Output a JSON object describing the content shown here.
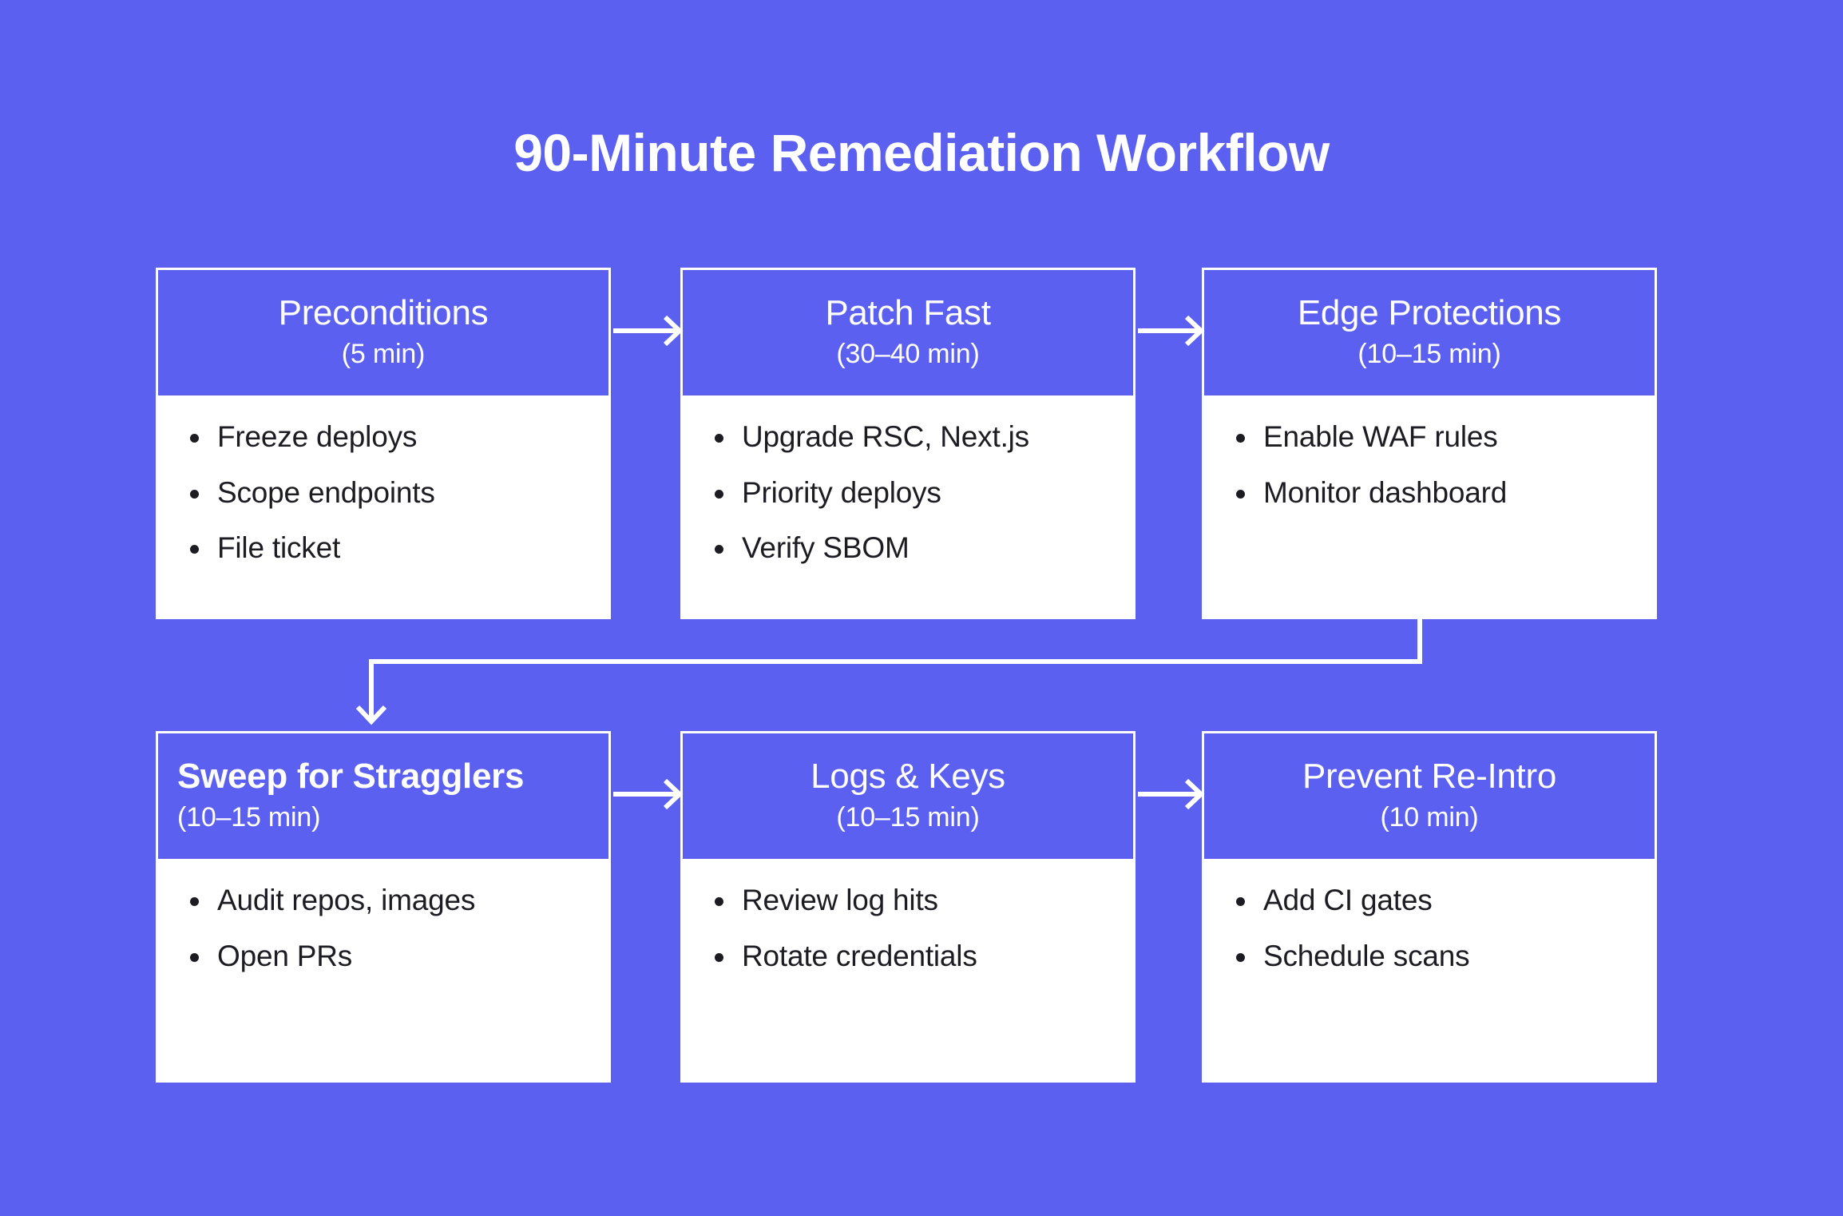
{
  "theme": {
    "background": "#5B60F0",
    "panel_background": "#FFFFFF",
    "header_text": "#FFFFFF",
    "body_text": "#1C1C22",
    "connector": "#FFFFFF"
  },
  "title": "90-Minute Remediation Workflow",
  "nodes": [
    {
      "id": "preconditions",
      "title": "Preconditions",
      "duration": "(5 min)",
      "items": [
        "Freeze deploys",
        "Scope endpoints",
        "File ticket"
      ]
    },
    {
      "id": "patch-fast",
      "title": "Patch Fast",
      "duration": "(30–40 min)",
      "items": [
        "Upgrade RSC, Next.js",
        "Priority deploys",
        "Verify SBOM"
      ]
    },
    {
      "id": "edge-protections",
      "title": "Edge Protections",
      "duration": "(10–15 min)",
      "items": [
        "Enable WAF rules",
        "Monitor dashboard"
      ]
    },
    {
      "id": "sweep-for-stragglers",
      "title": "Sweep for Stragglers",
      "duration": "(10–15 min)",
      "items": [
        "Audit repos, images",
        "Open PRs"
      ]
    },
    {
      "id": "logs-and-keys",
      "title": "Logs & Keys",
      "duration": "(10–15 min)",
      "items": [
        "Review log hits",
        "Rotate credentials"
      ]
    },
    {
      "id": "prevent-re-intro",
      "title": "Prevent Re-Intro",
      "duration": "(10 min)",
      "items": [
        "Add CI gates",
        "Schedule scans"
      ]
    }
  ],
  "connectors": [
    {
      "id": "preconditions-to-patch-fast",
      "kind": "arrow-right"
    },
    {
      "id": "patch-fast-to-edge-protections",
      "kind": "arrow-right"
    },
    {
      "id": "edge-protections-to-sweep-for-stragglers",
      "kind": "elbow-arrow-down"
    },
    {
      "id": "sweep-for-stragglers-to-logs-and-keys",
      "kind": "arrow-right"
    },
    {
      "id": "logs-and-keys-to-prevent-re-intro",
      "kind": "arrow-right"
    }
  ]
}
